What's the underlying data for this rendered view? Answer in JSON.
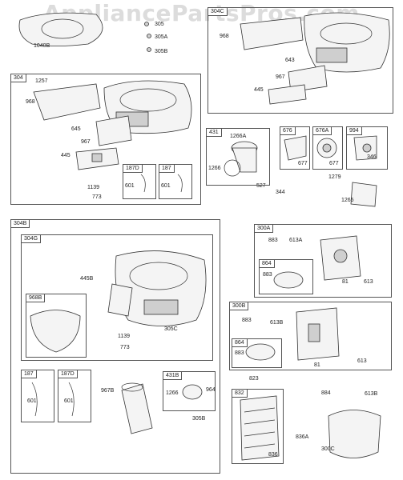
{
  "watermark": "AppliancePartsPros.com",
  "groups": [
    {
      "label": "304"
    },
    {
      "label": "304C"
    },
    {
      "label": "187D"
    },
    {
      "label": "187"
    },
    {
      "label": "431"
    },
    {
      "label": "676"
    },
    {
      "label": "676A"
    },
    {
      "label": "994"
    },
    {
      "label": "304B"
    },
    {
      "label": "304G"
    },
    {
      "label": "968B"
    },
    {
      "label": "187"
    },
    {
      "label": "187D"
    },
    {
      "label": "431B"
    },
    {
      "label": "300A"
    },
    {
      "label": "864"
    },
    {
      "label": "300B"
    },
    {
      "label": "864"
    },
    {
      "label": "832"
    }
  ],
  "part_numbers": [
    "1040B",
    "305",
    "305A",
    "305B",
    "1257",
    "968",
    "645",
    "967",
    "445",
    "1139",
    "773",
    "601",
    "601",
    "968",
    "643",
    "967",
    "445",
    "1266A",
    "1266",
    "527",
    "344",
    "677",
    "677",
    "346",
    "1279",
    "1265",
    "445B",
    "1139",
    "773",
    "305C",
    "601",
    "601",
    "967B",
    "1266",
    "964",
    "305B",
    "883",
    "613A",
    "883",
    "81",
    "613",
    "883",
    "613B",
    "883",
    "823",
    "81",
    "613",
    "884",
    "613B",
    "836A",
    "836",
    "300C"
  ]
}
